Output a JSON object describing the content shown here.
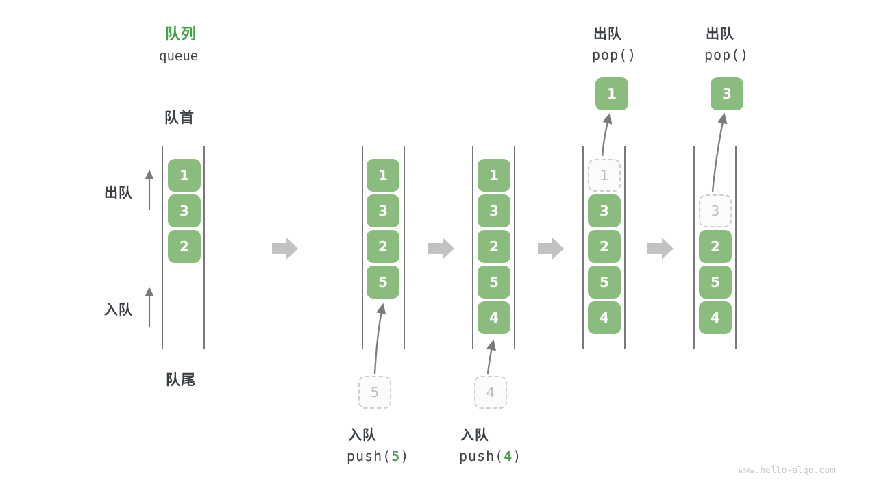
{
  "title": {
    "zh": "队列",
    "en": "queue"
  },
  "side_labels": {
    "front": "队首",
    "rear": "队尾",
    "dequeue": "出队",
    "enqueue": "入队"
  },
  "operations": {
    "push5": {
      "label": "入队",
      "code_prefix": "push(",
      "arg": "5",
      "code_suffix": ")"
    },
    "push4": {
      "label": "入队",
      "code_prefix": "push(",
      "arg": "4",
      "code_suffix": ")"
    },
    "pop1": {
      "label": "出队",
      "code": "pop()"
    },
    "pop2": {
      "label": "出队",
      "code": "pop()"
    }
  },
  "columns": [
    {
      "boxes": [
        {
          "v": "1"
        },
        {
          "v": "3"
        },
        {
          "v": "2"
        }
      ]
    },
    {
      "boxes": [
        {
          "v": "1"
        },
        {
          "v": "3"
        },
        {
          "v": "2"
        },
        {
          "v": "5"
        }
      ],
      "staging": {
        "v": "5"
      }
    },
    {
      "boxes": [
        {
          "v": "1"
        },
        {
          "v": "3"
        },
        {
          "v": "2"
        },
        {
          "v": "5"
        },
        {
          "v": "4"
        }
      ],
      "staging": {
        "v": "4"
      }
    },
    {
      "ghost": {
        "v": "1"
      },
      "boxes": [
        {
          "v": "3"
        },
        {
          "v": "2"
        },
        {
          "v": "5"
        },
        {
          "v": "4"
        }
      ],
      "popped": {
        "v": "1"
      }
    },
    {
      "ghost": {
        "v": "3"
      },
      "boxes": [
        {
          "v": "2"
        },
        {
          "v": "5"
        },
        {
          "v": "4"
        }
      ],
      "popped": {
        "v": "3"
      }
    }
  ],
  "watermark": "www.hello-algo.com",
  "colors": {
    "accent_green": "#45a049",
    "box_green": "#8abc7d",
    "box_text": "#ffffff",
    "ghost_border": "#cfcfcf",
    "ghost_text": "#bdbdbd",
    "label_dark": "#3b4045",
    "thin_arrow_gray": "#7a7a7a",
    "block_arrow_gray": "#c2c2c2",
    "wall_dark": "#3d4145",
    "watermark_gray": "#c8c8c8"
  }
}
